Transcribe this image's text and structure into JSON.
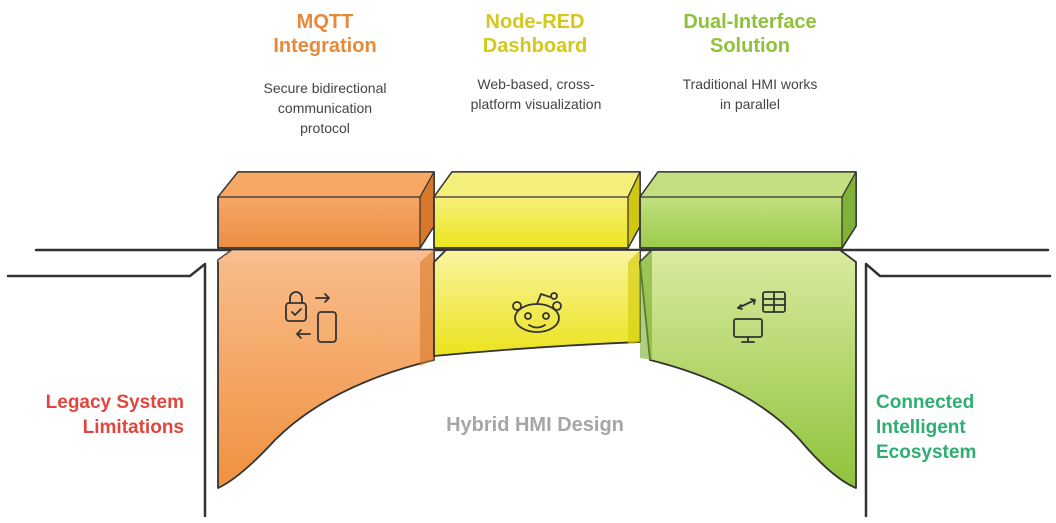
{
  "pillars": [
    {
      "title": "MQTT Integration",
      "title_lines": [
        "MQTT",
        "Integration"
      ],
      "desc_lines": [
        "Secure bidirectional",
        "communication",
        "protocol"
      ],
      "color": "#e8893a",
      "icon": "lock-phone-sync-icon"
    },
    {
      "title": "Node-RED Dashboard",
      "title_lines": [
        "Node-RED",
        "Dashboard"
      ],
      "desc_lines": [
        "Web-based, cross-",
        "platform visualization"
      ],
      "color": "#d4c81e",
      "icon": "robot-face-icon"
    },
    {
      "title": "Dual-Interface Solution",
      "title_lines": [
        "Dual-Interface",
        "Solution"
      ],
      "desc_lines": [
        "Traditional HMI works",
        "in parallel"
      ],
      "color": "#8fc23a",
      "icon": "monitor-table-sync-icon"
    }
  ],
  "left_label": [
    "Legacy System",
    "Limitations"
  ],
  "right_label": [
    "Connected",
    "Intelligent",
    "Ecosystem"
  ],
  "center_label": "Hybrid HMI Design",
  "colors": {
    "left_label": "#e0463e",
    "right_label": "#2fae72",
    "center_label": "#a6a6a6",
    "orange_light": "#f7b57f",
    "orange_dark": "#ec8a3c",
    "yellow_light": "#fbf39a",
    "yellow_dark": "#e8e01a",
    "green_light": "#cfe58e",
    "green_dark": "#8ec33d",
    "outline": "#333333"
  }
}
